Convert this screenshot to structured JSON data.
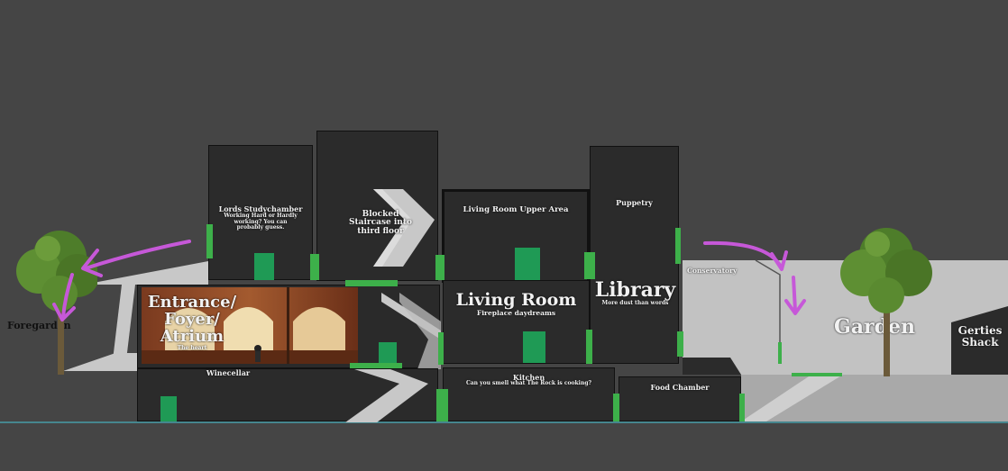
{
  "rooms": {
    "lords_study": {
      "name": "Lords Studychamber",
      "subtitle": "Working Hard or Hardly working? You can probably guess."
    },
    "blocked_staircase": {
      "name": "Blocked Staircase into third floor"
    },
    "living_room_upper": {
      "name": "Living Room Upper Area"
    },
    "puppetry": {
      "name": "Puppetry"
    },
    "entrance": {
      "name": "Entrance/ Foyer/ Atrium",
      "subtitle": "The heart"
    },
    "living_room": {
      "name": "Living Room",
      "subtitle": "Fireplace daydreams"
    },
    "library": {
      "name": "Library",
      "subtitle": "More dust than words"
    },
    "conservatory": {
      "name": "Conservatory"
    },
    "garden": {
      "name": "Garden"
    },
    "gerties_shack": {
      "name": "Gerties Shack"
    },
    "foregarden": {
      "name": "Foregarden"
    },
    "winecellar": {
      "name": "Winecellar"
    },
    "kitchen": {
      "name": "Kitchen",
      "subtitle": "Can you smell what The Rock is cooking?"
    },
    "food_chamber": {
      "name": "Food Chamber"
    }
  },
  "colors": {
    "background": "#454545",
    "room_fill": "#2b2b2b",
    "door": "#3db04a",
    "annotation_arrow": "#c658d8",
    "floor_grey": "#bdbdbd",
    "ground_line": "#46c6d6"
  },
  "icons": [
    "tree",
    "arrow-chevron",
    "annotation-arrow"
  ]
}
